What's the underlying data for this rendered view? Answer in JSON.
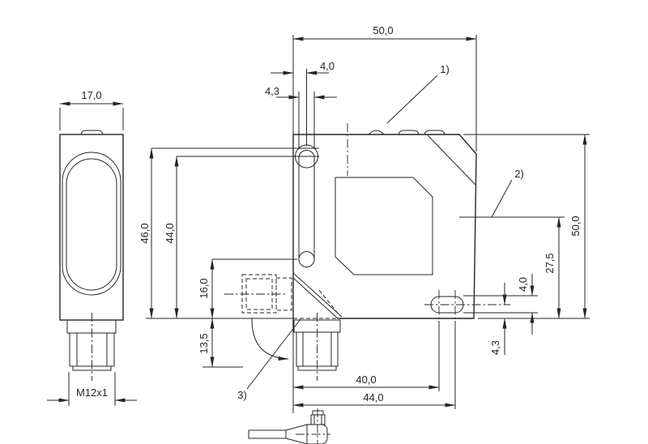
{
  "line_color": "#262626",
  "bg_color": "#ffffff",
  "side_view": {
    "width_dim": "17,0",
    "thread_label": "M12x1"
  },
  "front_view": {
    "width_dim": "50,0",
    "hole_center_offset_dim": "4,0",
    "hole_width_dim": "4,3",
    "height_to_slot_top_dim": "46,0",
    "height_to_slot_center_dim": "44,0",
    "height_to_hole_center_dim": "16,0",
    "connector_length_dim": "13,5",
    "bottom_hole_near_dim": "40,0",
    "bottom_hole_far_dim": "44,0",
    "height_dim": "50,0",
    "optical_axis_height_dim": "27,5",
    "slot_height_dim": "4,0",
    "slot_bottom_offset_dim": "4,3",
    "note_1": "1)",
    "note_2": "2)",
    "note_3": "3)"
  }
}
